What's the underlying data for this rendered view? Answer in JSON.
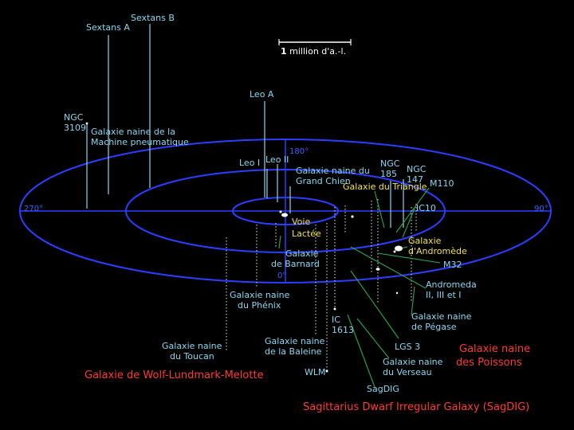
{
  "scale": {
    "num": "1",
    "unit": "million d'a.-l."
  },
  "degrees": {
    "top": "180°",
    "left": "270°",
    "right": "90°",
    "bottom": "0°"
  },
  "labels": {
    "sextans_a": "Sextans A",
    "sextans_b": "Sextans B",
    "leo_a": "Leo A",
    "ngc3109_1": "NGC",
    "ngc3109_2": "3109",
    "antlia_1": "Galaxie naine de la",
    "antlia_2": "Machine pneumatique",
    "leo_i": "Leo I",
    "leo_ii": "Leo II",
    "canis_1": "Galaxie naine du",
    "canis_2": "Grand Chien",
    "triangle": "Galaxie du Triangle",
    "ngc185_1": "NGC",
    "ngc185_2": "185",
    "ngc147_1": "NGC",
    "ngc147_2": "147",
    "m110": "M110",
    "ic10": "IC10",
    "milkyway_1": "Voie",
    "milkyway_2": "Lactée",
    "andromeda_1": "Galaxie",
    "andromeda_2": "d'Andromède",
    "barnard_1": "Galaxie",
    "barnard_2": "de Barnard",
    "m32": "M32",
    "andr_sats_1": "Andromeda",
    "andr_sats_2": "II, III et I",
    "phoenix_1": "Galaxie naine",
    "phoenix_2": "du Phénix",
    "pegasus_1": "Galaxie naine",
    "pegasus_2": "de Pégase",
    "ic1613_1": "IC",
    "ic1613_2": "1613",
    "tucana_1": "Galaxie naine",
    "tucana_2": "du Toucan",
    "cetus_1": "Galaxie naine",
    "cetus_2": "de la Baleine",
    "lgs3": "LGS 3",
    "aquarius_1": "Galaxie naine",
    "aquarius_2": "du Verseau",
    "wlm": "WLM",
    "sagdig": "SagDIG",
    "red_pisces_1": "Galaxie naine",
    "red_pisces_2": "des Poissons",
    "red_wlm": "Galaxie de Wolf-Lundmark-Melotte",
    "red_sagdig": "Sagittarius Dwarf Irregular Galaxy (SagDIG)"
  },
  "colors": {
    "ring": "#2a3fff",
    "label": "#8ad7f0",
    "yellow": "#f2e24b",
    "red": "#ff3b2f",
    "pointer": "#2aa84a",
    "background": "#000000"
  }
}
